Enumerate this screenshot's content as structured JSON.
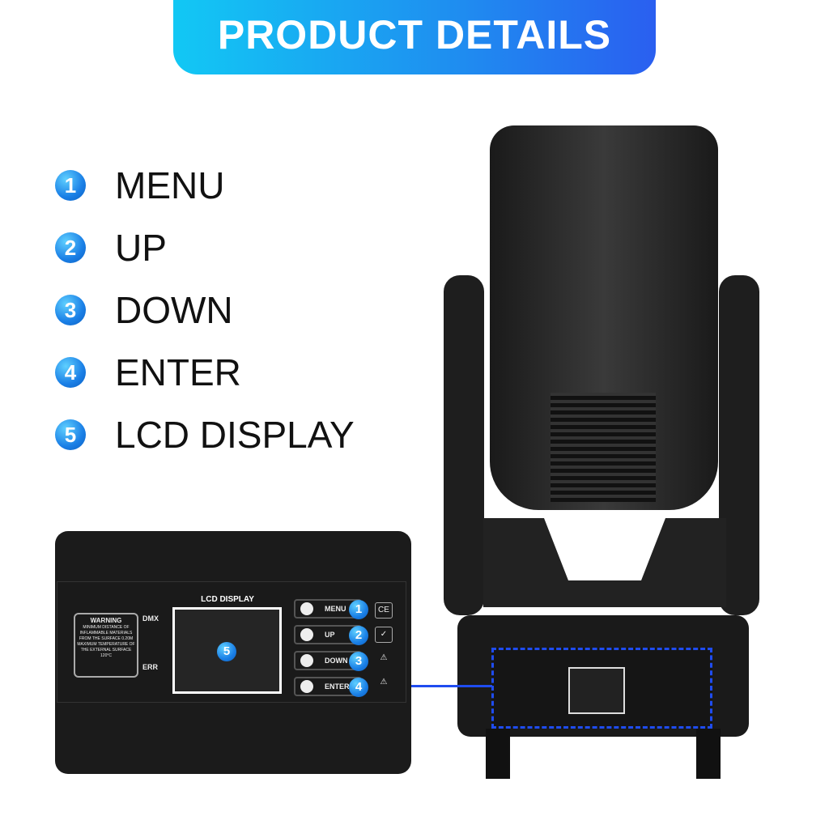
{
  "banner": {
    "title": "PRODUCT DETAILS",
    "gradient": [
      "#12c8f4",
      "#2a5ff0"
    ]
  },
  "legend": [
    {
      "number": "1",
      "label": "MENU"
    },
    {
      "number": "2",
      "label": "UP"
    },
    {
      "number": "3",
      "label": "DOWN"
    },
    {
      "number": "4",
      "label": "ENTER"
    },
    {
      "number": "5",
      "label": "LCD DISPLAY"
    }
  ],
  "panel": {
    "warning_title": "WARNING",
    "warning_text": "MINIMUM DISTANCE OF INFLAMMABLE MATERIALS FROM THE SURFACE 0.20M MAXIMUM TEMPERATURE OF THE EXTERNAL SURFACE 120°C",
    "led_dmx": "DMX",
    "led_err": "ERR",
    "lcd_title": "LCD DISPLAY",
    "lcd_number": "5",
    "buttons": [
      {
        "label": "MENU",
        "number": "1",
        "icon": "grid-icon"
      },
      {
        "label": "UP",
        "number": "2",
        "icon": "up-arrow-icon"
      },
      {
        "label": "DOWN",
        "number": "3",
        "icon": "down-arrow-icon"
      },
      {
        "label": "ENTER",
        "number": "4",
        "icon": "stop-square-icon"
      }
    ],
    "ce_mark": "CE"
  },
  "colors": {
    "accent": "#1a7fe6",
    "highlight_border": "#1f4cf0"
  }
}
